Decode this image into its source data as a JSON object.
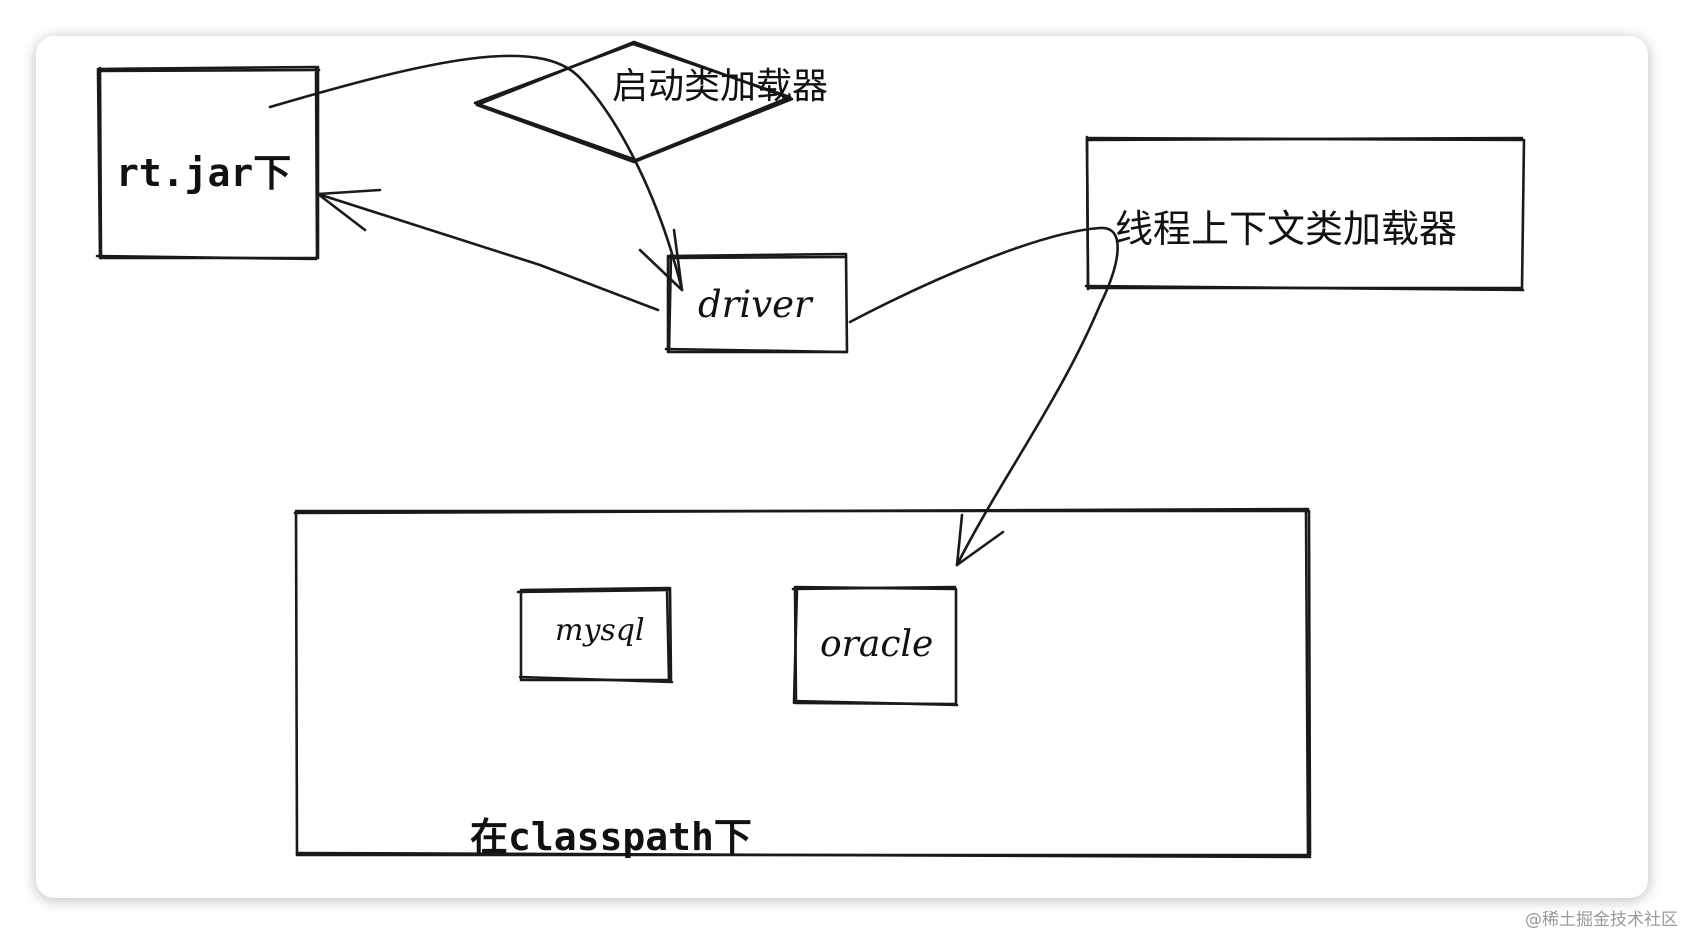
{
  "nodes": {
    "rt_jar": "rt.jar下",
    "bootstrap": "启动类加载器",
    "driver": "driver",
    "thread_context": "线程上下文类加载器",
    "classpath": "在classpath下",
    "mysql": "mysql",
    "oracle": "oracle"
  },
  "watermark": "@稀土掘金技术社区"
}
